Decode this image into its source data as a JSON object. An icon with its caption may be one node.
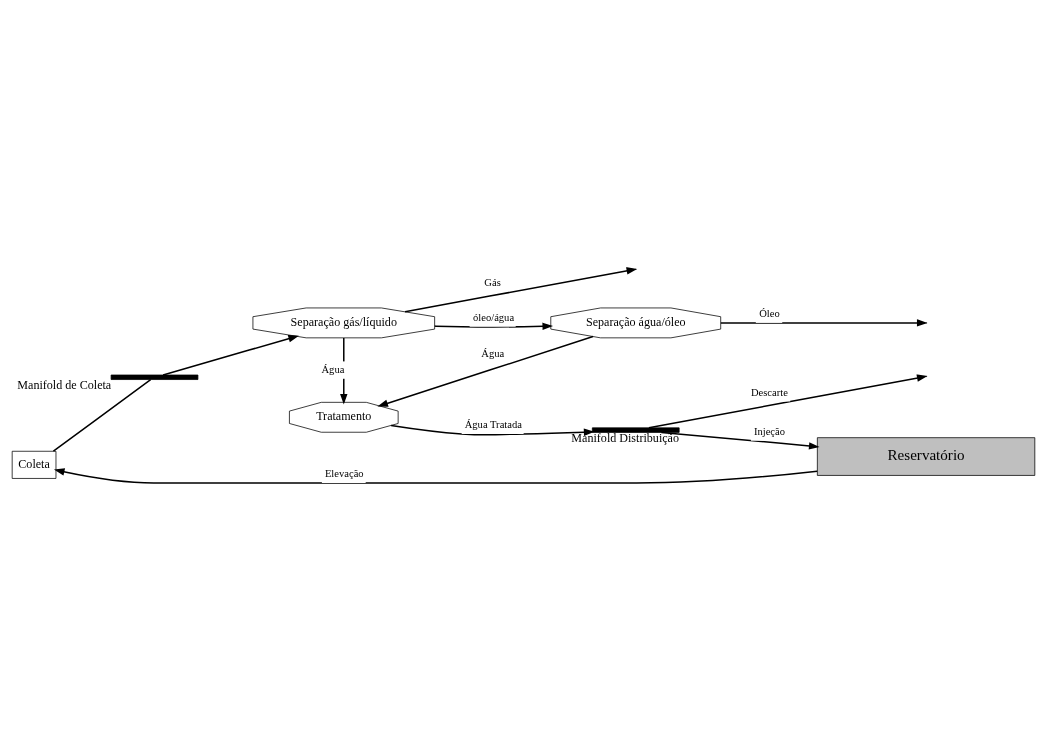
{
  "diagram": {
    "nodes": [
      {
        "text": [
          "Coleta"
        ]
      },
      {
        "text": [
          "Manifold de Coleta"
        ]
      },
      {
        "text": [
          "Separação gás/líquido"
        ]
      },
      {
        "text": [
          "Separação água/óleo"
        ]
      },
      {
        "text": [
          "Tratamento"
        ]
      },
      {
        "text": [
          "Manifold Distribuição"
        ]
      },
      {
        "text": [
          "Reservatório"
        ]
      }
    ],
    "edges": [
      {
        "from": 0,
        "to": 1,
        "arrow": "none"
      },
      {
        "from": 1,
        "to": 2,
        "arrow": "to"
      },
      {
        "from": 2,
        "to": null,
        "arrow": "to",
        "label": "Gás"
      },
      {
        "from": 2,
        "to": 3,
        "arrow": "to",
        "label": "óleo/água"
      },
      {
        "from": 3,
        "to": null,
        "arrow": "to",
        "label": "Óleo"
      },
      {
        "from": 2,
        "to": 4,
        "arrow": "to",
        "label": "Água"
      },
      {
        "from": 3,
        "to": 4,
        "arrow": "to",
        "label": "Água"
      },
      {
        "from": 4,
        "to": 5,
        "arrow": "to",
        "label": "Água Tratada"
      },
      {
        "from": 5,
        "to": 6,
        "arrow": "to",
        "label": "Injeção"
      },
      {
        "from": 5,
        "to": null,
        "arrow": "to",
        "label": "Descarte"
      },
      {
        "from": 6,
        "to": 0,
        "arrow": "to",
        "label": "Elevação"
      }
    ]
  }
}
